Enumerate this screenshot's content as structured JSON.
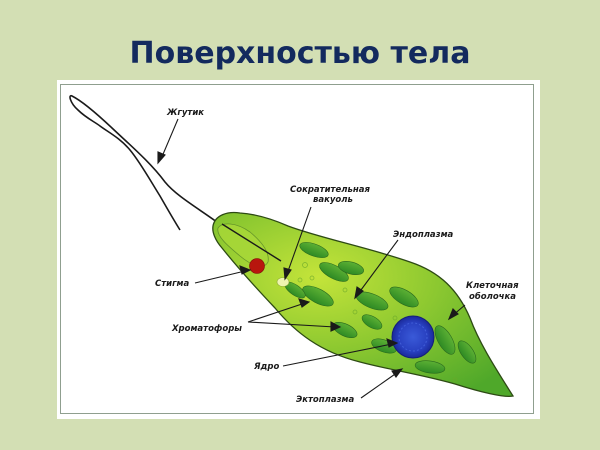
{
  "slide": {
    "title": "Поверхностью тела",
    "background_color": "#d3dfb4",
    "title_color": "#132a5e"
  },
  "diagram": {
    "subject": "euglena-cell",
    "labels": {
      "flagellum": "Жгутик",
      "contractile_vacuole_line1": "Сократительная",
      "contractile_vacuole_line2": "вакуоль",
      "endoplasm": "Эндоплазма",
      "stigma": "Стигма",
      "cell_membrane_line1": "Клеточная",
      "cell_membrane_line2": "оболочка",
      "chromatophores": "Хроматофоры",
      "nucleus": "Ядро",
      "ectoplasm": "Эктоплазма"
    },
    "colors": {
      "cell_body": "#7cc22a",
      "cell_body_light": "#b8dd2e",
      "chromatophore": "#3d9a2a",
      "stigma": "#c21a12",
      "nucleus": "#2a3fc4",
      "vacuole": "#e8f0a8"
    }
  }
}
